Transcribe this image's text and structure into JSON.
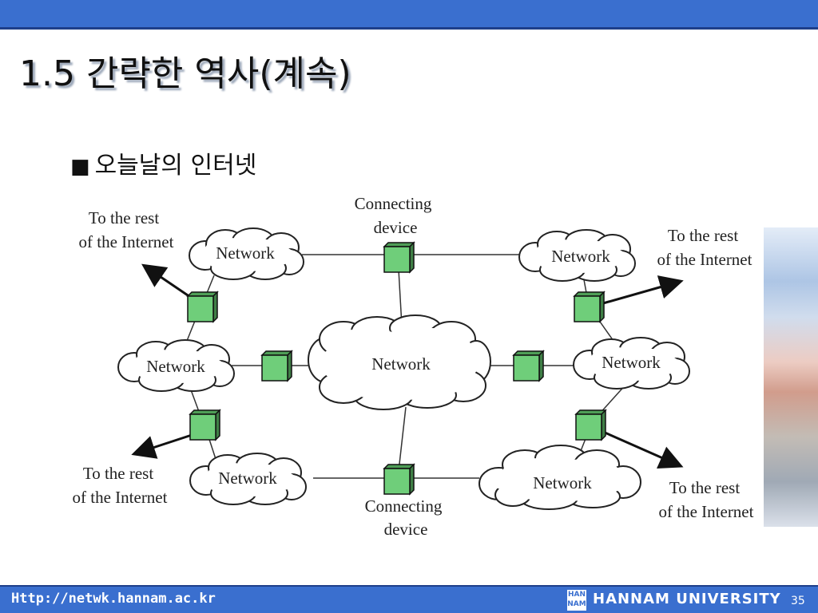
{
  "slide": {
    "title": "1.5 간략한 역사(계속)",
    "bullet_marker": "■",
    "bullet_text": "오늘날의 인터넷"
  },
  "diagram": {
    "network_label": "Network",
    "device_label_line1": "Connecting",
    "device_label_line2": "device",
    "internet_label_line1": "To the rest",
    "internet_label_line2": "of the Internet",
    "cloud_fill": "#ffffff",
    "device_fill": "#6fce7a"
  },
  "footer": {
    "url": "Http://netwk.hannam.ac.kr",
    "logo_text": "HAN NAM",
    "university": "HANNAM UNIVERSITY",
    "page_number": "35"
  }
}
